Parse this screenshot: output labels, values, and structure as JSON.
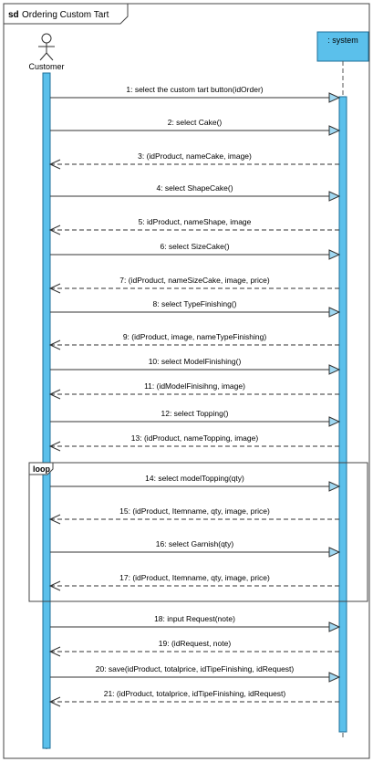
{
  "frame": {
    "keyword": "sd",
    "name": "Ordering Custom Tart"
  },
  "actor": {
    "name": "Customer"
  },
  "system": {
    "name": ": system"
  },
  "loop": {
    "label": "loop"
  },
  "messages": [
    {
      "label": "1: select the custom tart button(idOrder)",
      "dir": "right",
      "style": "sync"
    },
    {
      "label": "2: select Cake()",
      "dir": "right",
      "style": "sync"
    },
    {
      "label": "3: (idProduct, nameCake, image)",
      "dir": "left",
      "style": "return"
    },
    {
      "label": "4: select ShapeCake()",
      "dir": "right",
      "style": "sync"
    },
    {
      "label": "5: idProduct, nameShape, image",
      "dir": "left",
      "style": "return"
    },
    {
      "label": "6: select SizeCake()",
      "dir": "right",
      "style": "sync"
    },
    {
      "label": "7: (idProduct, nameSizeCake, image, price)",
      "dir": "left",
      "style": "return"
    },
    {
      "label": "8: select TypeFinishing()",
      "dir": "right",
      "style": "sync"
    },
    {
      "label": "9: (idProduct, image, nameTypeFinishing)",
      "dir": "left",
      "style": "return"
    },
    {
      "label": "10: select ModelFinishing()",
      "dir": "right",
      "style": "sync"
    },
    {
      "label": "11: (idModelFinisihng, image)",
      "dir": "left",
      "style": "return"
    },
    {
      "label": "12: select Topping()",
      "dir": "right",
      "style": "sync"
    },
    {
      "label": "13: (idProduct, nameTopping, image)",
      "dir": "left",
      "style": "return"
    },
    {
      "label": "14: select modelTopping(qty)",
      "dir": "right",
      "style": "sync"
    },
    {
      "label": "15: (idProduct, Itemname, qty, image, price)",
      "dir": "left",
      "style": "return"
    },
    {
      "label": "16: select Garnish(qty)",
      "dir": "right",
      "style": "sync"
    },
    {
      "label": "17: (idProduct, Itemname, qty, image, price)",
      "dir": "left",
      "style": "return"
    },
    {
      "label": "18: input Request(note)",
      "dir": "right",
      "style": "sync"
    },
    {
      "label": "19: (idRequest, note)",
      "dir": "left",
      "style": "return"
    },
    {
      "label": "20: save(idProduct, totalprice, idTipeFinishing, idRequest)",
      "dir": "right",
      "style": "sync"
    },
    {
      "label": "21: (idProduct, totalprice, idTipeFinishing, idRequest)",
      "dir": "left",
      "style": "return"
    }
  ],
  "colors": {
    "activation": "#5bc0eb",
    "activation_border": "#1f6f9a",
    "system_box": "#5bc0eb",
    "arrowhead_fill": "#9fd8f2",
    "line": "#333333"
  }
}
